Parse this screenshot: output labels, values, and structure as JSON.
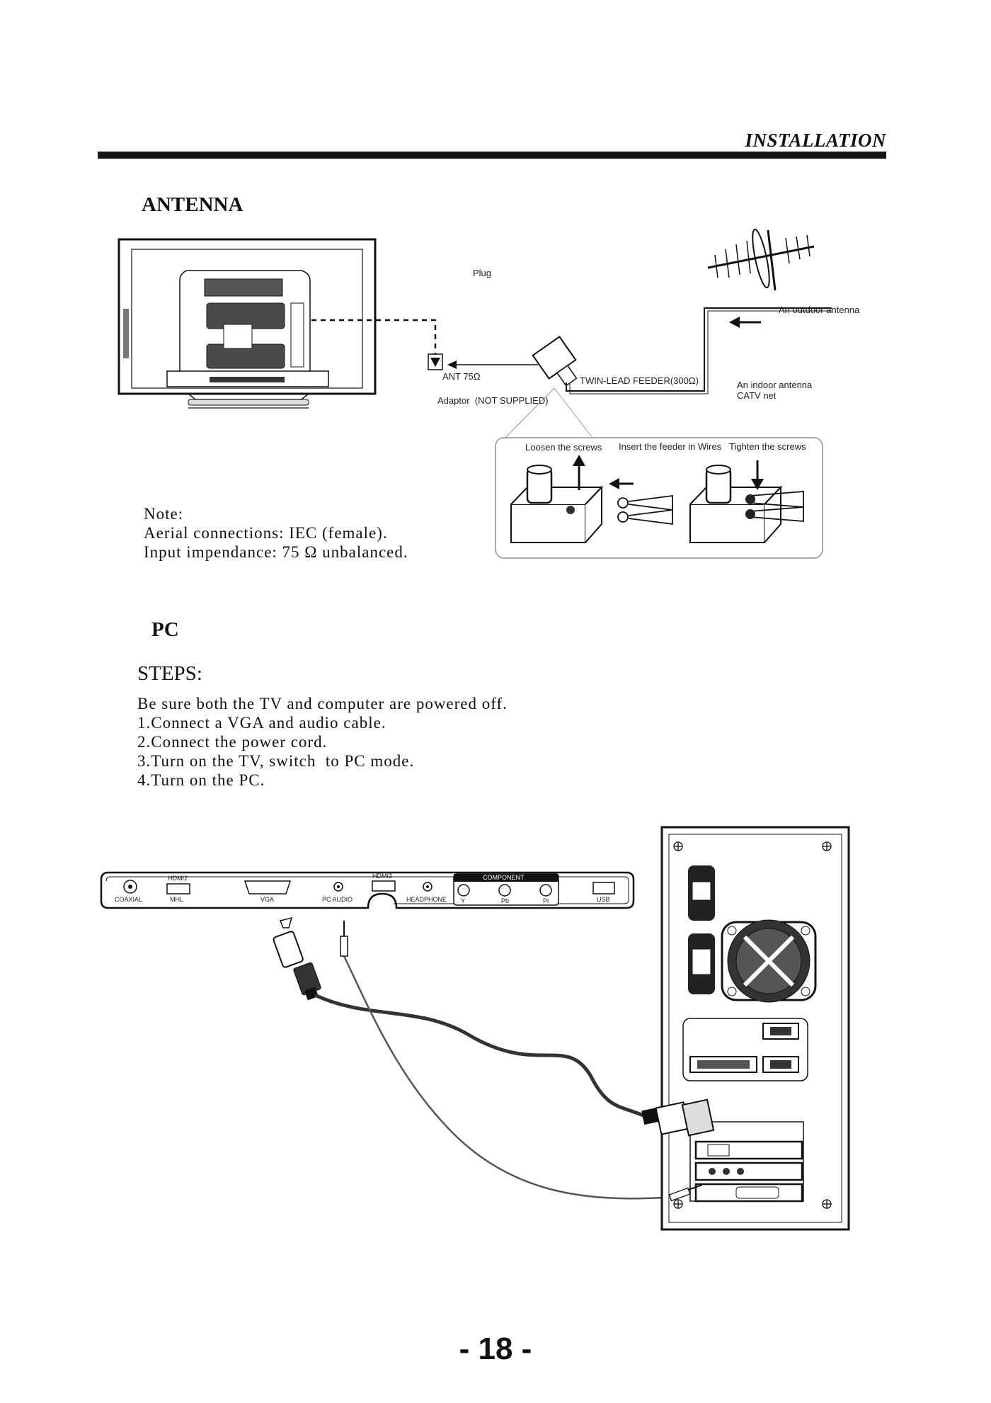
{
  "header": {
    "title": "INSTALLATION"
  },
  "antenna": {
    "title": "ANTENNA",
    "labels": {
      "plug": "Plug",
      "outdoor_antenna": "An outdoor antenna",
      "ant": "ANT 75Ω",
      "twin_lead": "TWIN-LEAD FEEDER(300Ω)",
      "indoor_antenna": "An indoor antenna",
      "catv": "CATV net",
      "adaptor": "Adaptor  (NOT SUPPLIED)",
      "loosen": "Loosen the screws",
      "insert_feeder": "Insert the feeder in Wires",
      "tighten": "Tighten the screws"
    },
    "note": {
      "heading": "Note:",
      "line1": "Aerial connections: IEC (female).",
      "line2": "Input impendance: 75 Ω unbalanced."
    }
  },
  "pc": {
    "title": "PC",
    "steps_heading": "STEPS:",
    "steps": [
      "Be sure both the TV and computer are powered off.",
      "1.Connect a VGA and audio cable.",
      "2.Connect the power cord.",
      "3.Turn on the TV, switch  to PC mode.",
      "4.Turn on the PC."
    ],
    "ports": {
      "coaxial": "COAXIAL",
      "hdmi2": "HDMI2",
      "mhl": "MHL",
      "vga": "VGA",
      "pc_audio": "PC AUDIO",
      "hdmi3": "HDMI3",
      "headphone": "HEADPHONE",
      "component": "COMPONENT",
      "y": "Y",
      "pb": "Pb",
      "pr": "Pr",
      "usb": "USB"
    }
  },
  "footer": {
    "page_number": "- 18 -"
  }
}
